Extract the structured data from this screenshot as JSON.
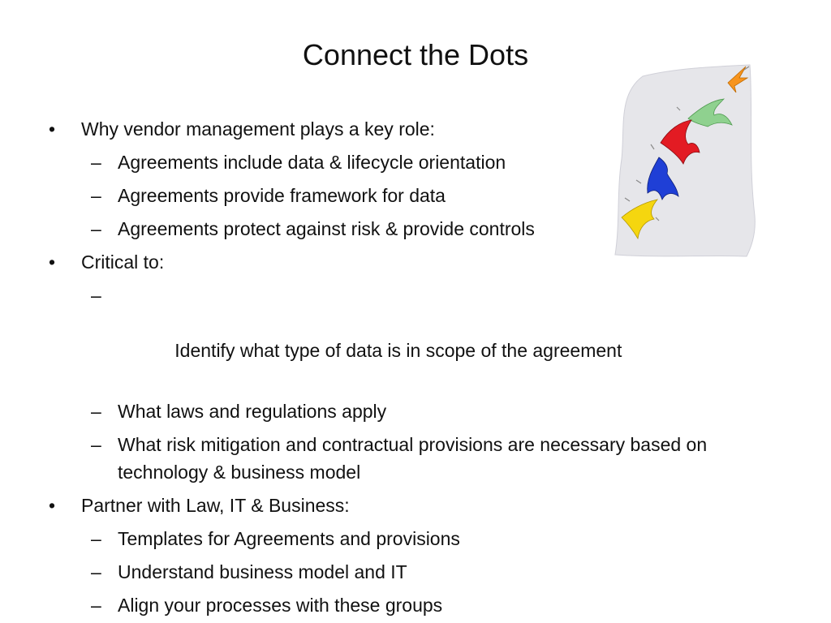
{
  "slide": {
    "title": "Connect the Dots",
    "clipart_icon": "birds-flying-icon",
    "bullets": [
      {
        "marker": "•",
        "text": "Why vendor management plays a key role:",
        "sub": [
          {
            "marker": "–",
            "text": "Agreements include data & lifecycle orientation"
          },
          {
            "marker": "–",
            "text": "Agreements provide framework for data"
          },
          {
            "marker": "–",
            "text": "Agreements protect against risk & provide controls"
          }
        ]
      },
      {
        "marker": "•",
        "text": "Critical to:",
        "sub": [
          {
            "marker": "–",
            "text": " Identify what type of data is in scope of the agreement"
          },
          {
            "marker": "–",
            "text": "What laws and regulations apply"
          },
          {
            "marker": "–",
            "text": "What risk mitigation and contractual provisions are necessary based on technology & business model"
          }
        ]
      },
      {
        "marker": "•",
        "text": "Partner with Law, IT & Business:",
        "sub": [
          {
            "marker": "–",
            "text": "Templates for Agreements and provisions"
          },
          {
            "marker": "–",
            "text": "Understand business model and IT"
          },
          {
            "marker": "–",
            "text": "Align your processes with these groups"
          }
        ]
      }
    ]
  },
  "colors": {
    "text": "#111111",
    "background": "#ffffff",
    "clipart_paper": "#e6e6ea",
    "bird_orange": "#f7941d",
    "bird_green": "#8fd18f",
    "bird_red": "#e31b23",
    "bird_blue": "#1f3fd6",
    "bird_yellow": "#f5d60f"
  }
}
